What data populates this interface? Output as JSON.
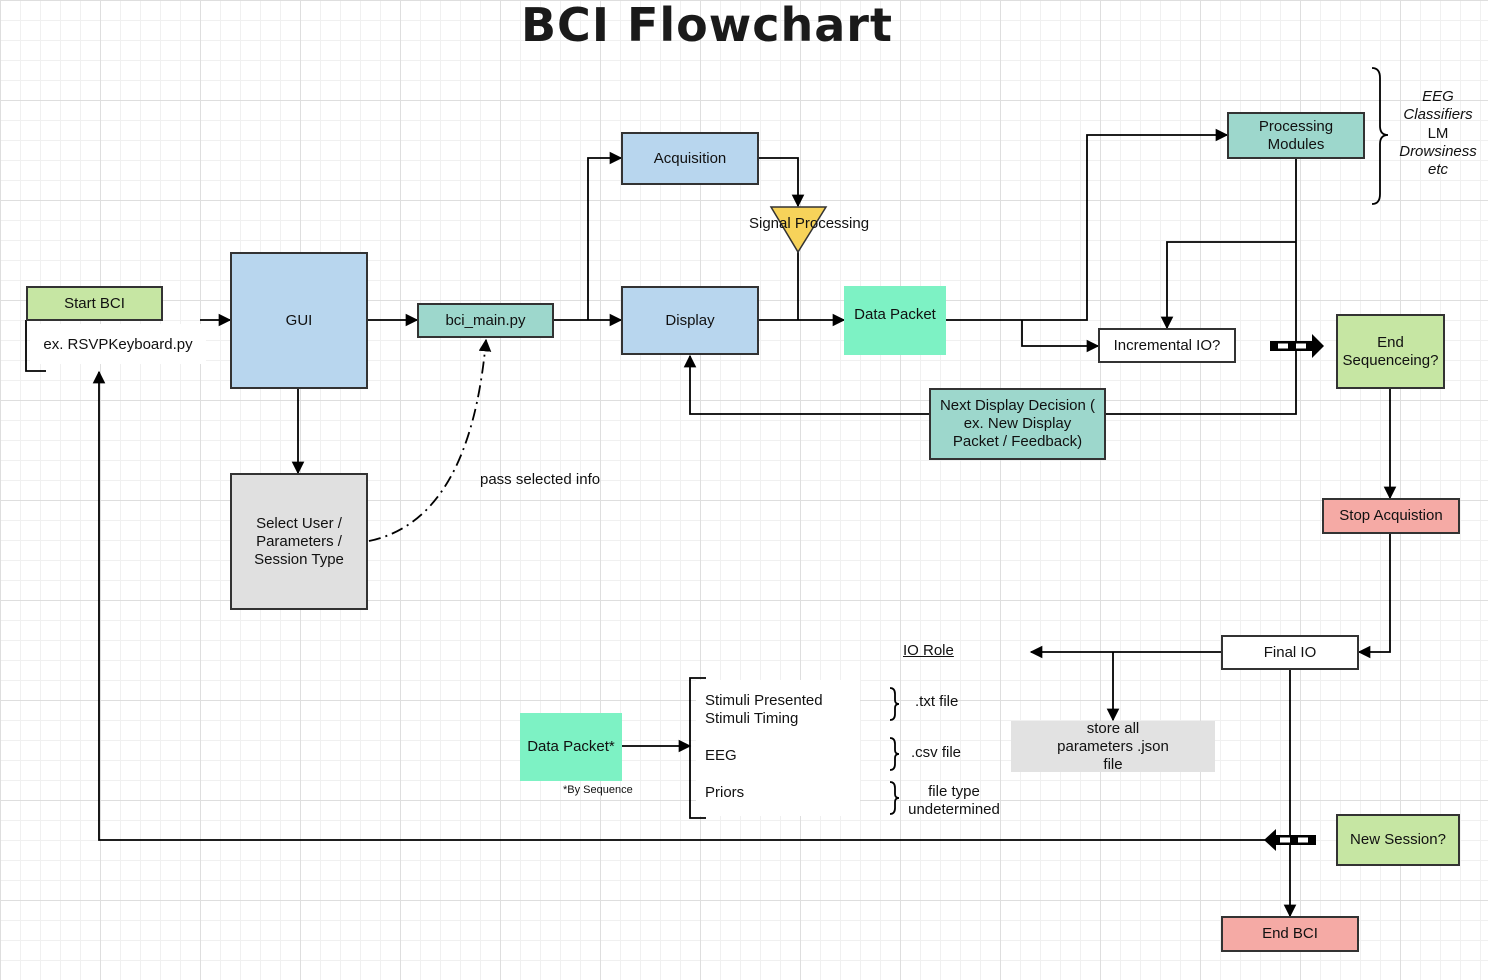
{
  "title": "BCI Flowchart",
  "nodes": {
    "start_bci": "Start BCI",
    "example_script": "ex. RSVPKeyboard.py",
    "gui": "GUI",
    "bci_main": "bci_main.py",
    "select_user": "Select User / Parameters / Session Type",
    "acquisition": "Acquisition",
    "display": "Display",
    "signal_processing": "Signal Processing",
    "data_packet": "Data Packet",
    "processing_modules": "Processing Modules",
    "incremental_io": "Incremental IO?",
    "next_display_decision": "Next Display Decision ( ex. New Display Packet  / Feedback)",
    "end_sequencing": "End Sequenceing?",
    "stop_acquisition": "Stop Acquistion",
    "final_io": "Final IO",
    "store_params": "store all parameters .json file",
    "new_session": "New Session?",
    "end_bci": "End BCI",
    "data_packet_seq": "Data Packet*",
    "by_sequence_note": "*By Sequence"
  },
  "labels": {
    "pass_selected_info": "pass selected info",
    "io_role": "IO Role"
  },
  "modules_list": [
    "EEG",
    "Classifiers",
    "LM",
    "Drowsiness",
    "etc"
  ],
  "io_items": [
    {
      "content": "Stimuli Presented",
      "content2": "Stimuli Timing",
      "file": ".txt file"
    },
    {
      "content": "EEG",
      "file": ".csv file"
    },
    {
      "content": "Priors",
      "file": "file type undetermined"
    }
  ],
  "colors": {
    "blue": "#b8d6ee",
    "teal": "#9dd7cc",
    "green": "#c6e6a3",
    "red": "#f5aaa5",
    "grey": "#e0e0e0",
    "mint": "#7df2c4",
    "yellow": "#f7d35a",
    "line": "#000000"
  }
}
